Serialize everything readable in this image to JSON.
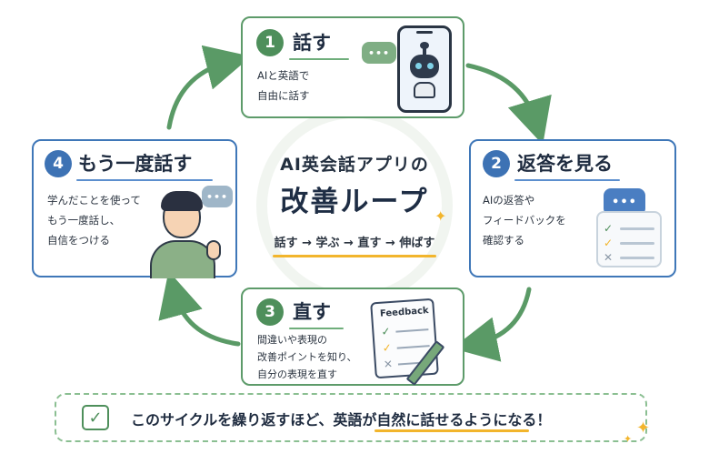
{
  "center": {
    "subtitle": "AI英会話アプリの",
    "title": "改善ループ",
    "flow": "話す → 学ぶ → 直す → 伸ばす"
  },
  "steps": [
    {
      "number": "1",
      "title": "話す",
      "lines": [
        "AIと英語で",
        "自由に話す"
      ]
    },
    {
      "number": "2",
      "title": "返答を見る",
      "lines": [
        "AIの返答や",
        "フィードバックを",
        "確認する"
      ]
    },
    {
      "number": "3",
      "title": "直す",
      "lines": [
        "間違いや表現の",
        "改善ポイントを知り、",
        "自分の表現を直す"
      ]
    },
    {
      "number": "4",
      "title": "もう一度話す",
      "lines": [
        "学んだことを使って",
        "もう一度話し、",
        "自信をつける"
      ]
    }
  ],
  "icons": {
    "bubble_text": "•••",
    "feedback_label": "Feedback",
    "check": "✓",
    "cross": "✕",
    "sparkle": "✦"
  },
  "banner": {
    "text": "このサイクルを繰り返すほど、英語が自然に話せるようになる！"
  },
  "colors": {
    "green": "#4e8f5b",
    "blue": "#3d72b4",
    "accent": "#f2b52c",
    "text": "#1f2c40"
  }
}
